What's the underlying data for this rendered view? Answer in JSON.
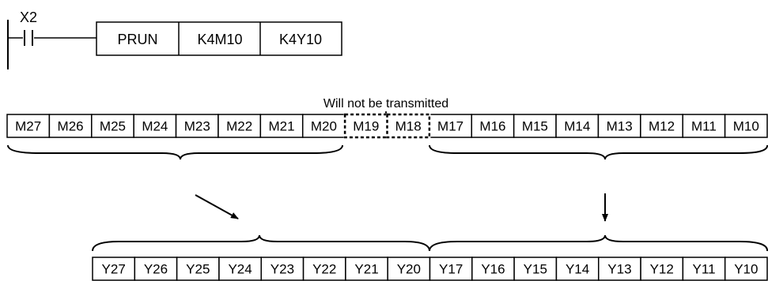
{
  "ladder": {
    "contact": "X2",
    "instruction": "PRUN",
    "source": "K4M10",
    "destination": "K4Y10"
  },
  "note": "Will not be transmitted",
  "m_registers": [
    "M27",
    "M26",
    "M25",
    "M24",
    "M23",
    "M22",
    "M21",
    "M20",
    "M19",
    "M18",
    "M17",
    "M16",
    "M15",
    "M14",
    "M13",
    "M12",
    "M11",
    "M10"
  ],
  "skipped_registers": [
    "M19",
    "M18"
  ],
  "y_registers": [
    "Y27",
    "Y26",
    "Y25",
    "Y24",
    "Y23",
    "Y22",
    "Y21",
    "Y20",
    "Y17",
    "Y16",
    "Y15",
    "Y14",
    "Y13",
    "Y12",
    "Y11",
    "Y10"
  ]
}
